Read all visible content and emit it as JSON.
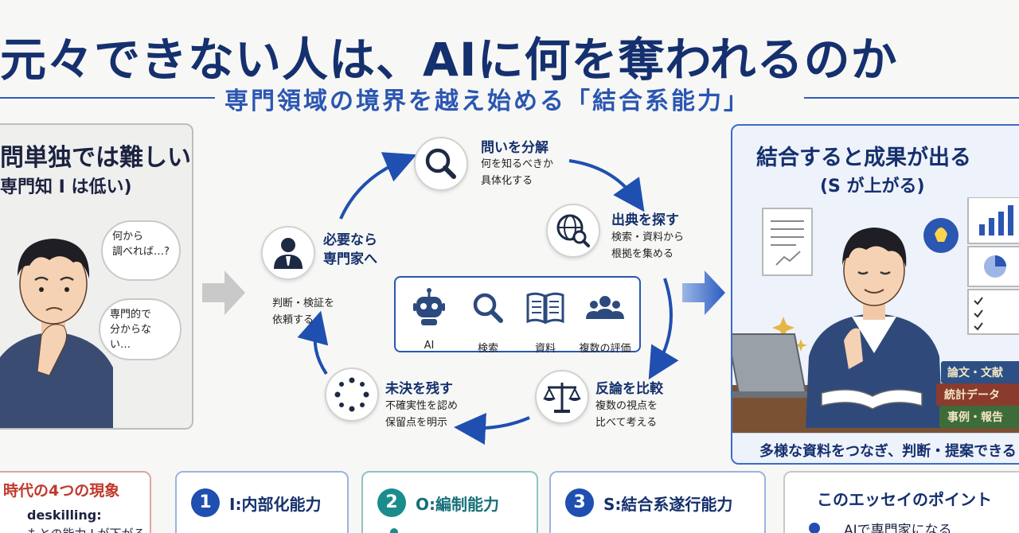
{
  "header": {
    "title": "元々できない人は、AIに何を奪われるのか",
    "subtitle": "専門領域の境界を越え始める「結合系能力」"
  },
  "left_panel": {
    "heading_1": "問単独では難しい",
    "heading_2": "専門知 I は低い)",
    "thought_1": "何から\n調べれば…?",
    "thought_2": "専門的で\n分からない…"
  },
  "cycle": {
    "nodes": [
      {
        "title": "問いを分解",
        "desc": "何を知るべきか\n具体化する",
        "icon": "magnifier-icon"
      },
      {
        "title": "出典を探す",
        "desc": "検索・資料から\n根拠を集める",
        "icon": "globe-search-icon"
      },
      {
        "title": "反論を比較",
        "desc": "複数の視点を\n比べて考える",
        "icon": "scales-icon"
      },
      {
        "title": "未決を残す",
        "desc": "不確実性を認め\n保留点を明示",
        "icon": "dots-circle-icon"
      },
      {
        "title": "必要なら\n専門家へ",
        "desc": "判断・検証を\n依頼する",
        "icon": "expert-person-icon"
      }
    ],
    "tools": [
      {
        "label": "AI",
        "icon": "robot-icon"
      },
      {
        "label": "検索",
        "icon": "search-icon"
      },
      {
        "label": "資料",
        "icon": "book-icon"
      },
      {
        "label": "複数の評価",
        "icon": "people-icon"
      }
    ]
  },
  "right_panel": {
    "heading_1": "結合すると成果が出る",
    "heading_2": "(S が上がる)",
    "books": [
      "論文・文献",
      "統計データ",
      "事例・報告"
    ],
    "caption": "多様な資料をつなぎ、判断・提案できる"
  },
  "bottom": {
    "phenomena_title": "時代の4つの現象",
    "phenomena_item": "deskilling:",
    "phenomena_item_desc": "もとの能力 I が下がる",
    "cards": [
      {
        "num": "1",
        "label": "I:内部化能力",
        "color": "#1f4fb0"
      },
      {
        "num": "2",
        "label": "O:編制能力",
        "color": "#1a8c8c"
      },
      {
        "num": "3",
        "label": "S:結合系遂行能力",
        "color": "#1f4fb0"
      }
    ],
    "points_title": "このエッセイのポイント",
    "points_item": "AIで専門家になる"
  },
  "colors": {
    "navy": "#15306e",
    "accent_blue": "#2b56b2",
    "teal": "#1a8c8c",
    "red": "#c0392b"
  }
}
